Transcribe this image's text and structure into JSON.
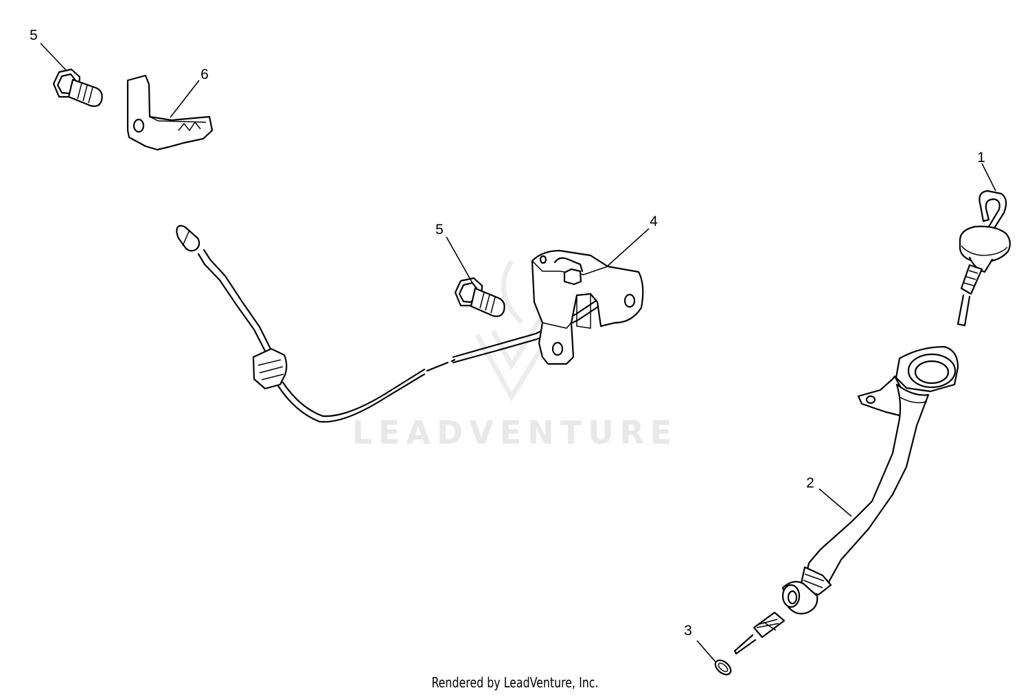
{
  "watermark": {
    "text": "LEADVENTURE"
  },
  "callouts": [
    "5",
    "6",
    "5",
    "4",
    "1",
    "2",
    "3"
  ],
  "credit": "Rendered by LeadVenture, Inc.",
  "colors": {
    "line": "#000000",
    "background": "#ffffff",
    "watermark": "#e8e8e8"
  }
}
